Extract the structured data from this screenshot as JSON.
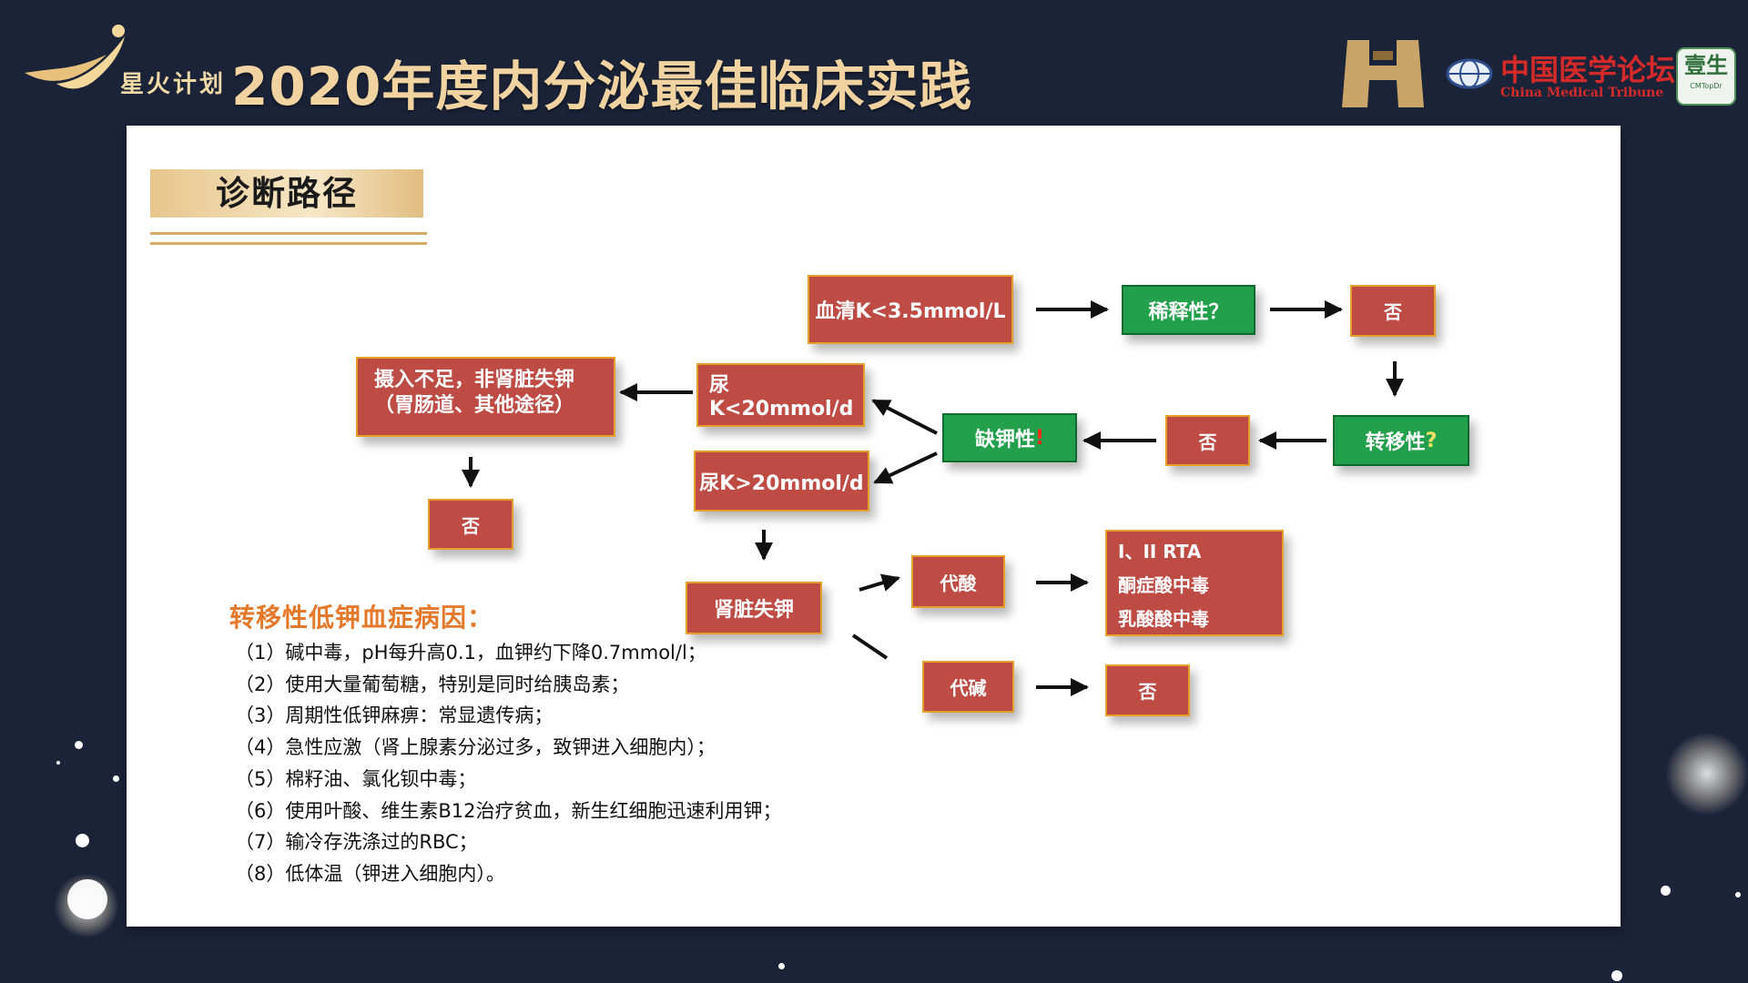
{
  "header": {
    "brand_name": "星火计划",
    "title": "2020年度内分泌最佳临床实践",
    "partner_logo_cn": "中国医学论坛报",
    "partner_logo_en": "China Medical Tribune",
    "app_logo_cn": "壹生",
    "app_logo_en": "CMTopDr"
  },
  "section": {
    "tag": "诊断路径"
  },
  "flow": {
    "serum_k": "血清K<3.5mmol/L",
    "dilution_q": "稀释性？",
    "no_top": "否",
    "shift_q": "转移性",
    "shift_q_mark": "?",
    "no_mid": "否",
    "deficit": "缺钾性",
    "deficit_mark": "!",
    "urine_low_line1": "尿",
    "urine_low_line2": "K<20mmol/d",
    "urine_high": "尿K>20mmol/d",
    "intake_line1": "摄入不足，非肾脏失钾",
    "intake_line2": "（胃肠道、其他途径）",
    "no_left": "否",
    "renal_loss": "肾脏失钾",
    "acidosis": "代酸",
    "rta_line1": "I、II RTA",
    "rta_line2": "酮症酸中毒",
    "rta_line3": "乳酸酸中毒",
    "alkalosis": "代碱",
    "no_bottom": "否"
  },
  "causes": {
    "title": "转移性低钾血症病因：",
    "items": [
      "（1）碱中毒，pH每升高0.1，血钾约下降0.7mmol/l；",
      "（2）使用大量葡萄糖，特别是同时给胰岛素；",
      "（3）周期性低钾麻痹：常显遗传病；",
      "（4）急性应激（肾上腺素分泌过多，致钾进入细胞内）；",
      "（5）棉籽油、氯化钡中毒；",
      "（6）使用叶酸、维生素B12治疗贫血，新生红细胞迅速利用钾；",
      "（7）输冷存洗涤过的RBC；",
      "（8）低体温（钾进入细胞内）。"
    ]
  },
  "colors": {
    "red_box": "#be4c44",
    "green_box": "#23a04c",
    "accent_gold": "#e7c68d",
    "causes_title": "#e4792c",
    "background": "#1b2338"
  }
}
